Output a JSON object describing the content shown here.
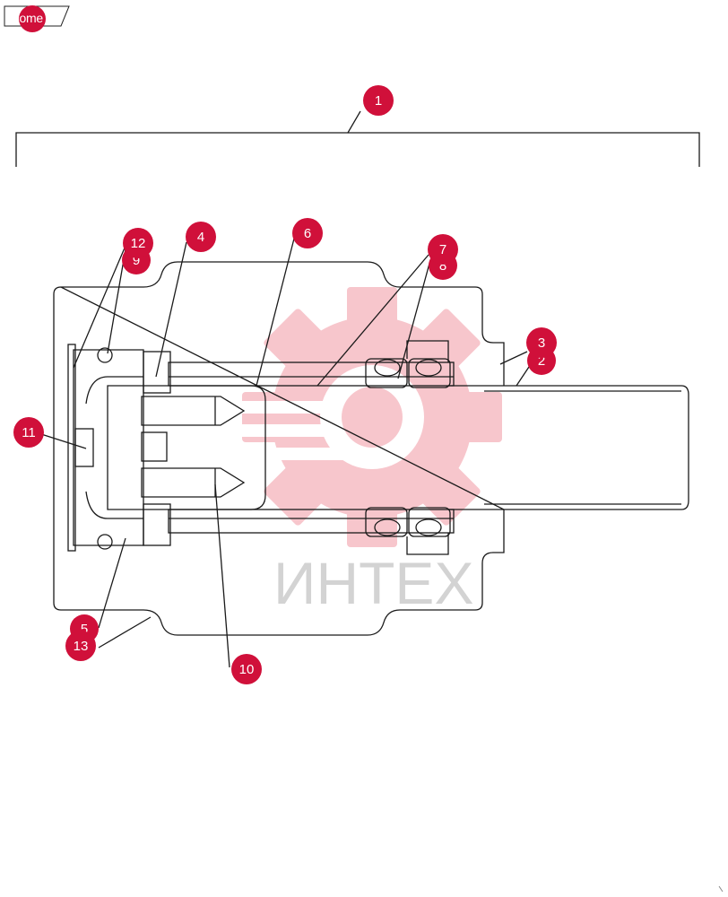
{
  "nav": {
    "home_label": "home"
  },
  "watermark": {
    "text": "ИНТЕХ",
    "logo_icon": "gear-logo-icon",
    "logo_color": "#f7c6cc",
    "text_color": "#d3d3d3"
  },
  "colors": {
    "callout": "#d0103a",
    "line": "#1a1a1a"
  },
  "callouts": [
    {
      "id": "1",
      "label": "1"
    },
    {
      "id": "2",
      "label": "2"
    },
    {
      "id": "3",
      "label": "3"
    },
    {
      "id": "4",
      "label": "4"
    },
    {
      "id": "5",
      "label": "5"
    },
    {
      "id": "6",
      "label": "6"
    },
    {
      "id": "7",
      "label": "7"
    },
    {
      "id": "8",
      "label": "8"
    },
    {
      "id": "9",
      "label": "9"
    },
    {
      "id": "10",
      "label": "10"
    },
    {
      "id": "11",
      "label": "11"
    },
    {
      "id": "12",
      "label": "12"
    },
    {
      "id": "13",
      "label": "13"
    }
  ]
}
